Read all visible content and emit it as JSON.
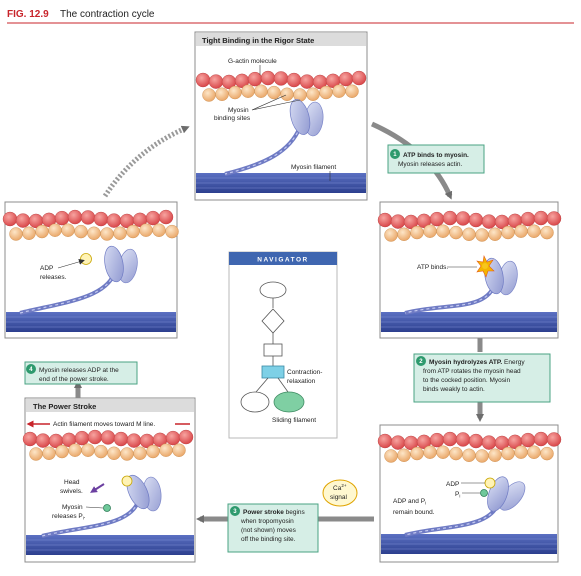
{
  "figure": {
    "label": "FIG. 12.9",
    "title": "The contraction cycle"
  },
  "panels": {
    "rigor": {
      "title": "Tight Binding in the Rigor State",
      "g_actin_label": "G-actin molecule",
      "myosin_sites_line1": "Myosin",
      "myosin_sites_line2": "binding sites",
      "filament_label": "Myosin filament"
    },
    "atp_binds": {
      "label": "ATP binds."
    },
    "adp_bound": {
      "adp_label": "ADP",
      "pi_label": "P",
      "pi_sub": "i",
      "remain_line1": "ADP and P",
      "remain_sub": "i",
      "remain_line2": "remain bound."
    },
    "power_stroke": {
      "title": "The Power Stroke",
      "arrow_label": "Actin filament moves toward M line.",
      "head_line1": "Head",
      "head_line2": "swivels.",
      "myo_line1": "Myosin",
      "myo_line2_pre": "releases P",
      "myo_line2_sub": "i",
      "myo_line2_post": "."
    },
    "adp_release": {
      "line1": "ADP",
      "line2": "releases."
    }
  },
  "steps": [
    {
      "num": "1",
      "bold": "ATP binds to myosin.",
      "lines": [
        "Myosin releases actin."
      ]
    },
    {
      "num": "2",
      "bold": "Myosin hydrolyzes ATP.",
      "bold_tail": " Energy",
      "lines": [
        "from ATP rotates the myosin head",
        "to the cocked position. Myosin",
        "binds weakly to actin."
      ]
    },
    {
      "num": "3",
      "bold": "Power stroke",
      "bold_tail": " begins",
      "lines": [
        "when tropomyosin",
        "(not shown) moves",
        "off the binding site."
      ]
    },
    {
      "num": "4",
      "text_line1": "Myosin releases ADP at the",
      "text_line2": "end of the power stroke."
    }
  ],
  "ca_signal": {
    "base": "Ca",
    "sup": "2+",
    "word": "signal"
  },
  "navigator": {
    "title": "NAVIGATOR",
    "contraction_line1": "Contraction-",
    "contraction_line2": "relaxation",
    "sliding": "Sliding filament"
  },
  "colors": {
    "figure_label": "#c8242b",
    "rule": "#c8242b",
    "actin_red": "#e05a5a",
    "actin_cream": "#f4c896",
    "myosin_head": "#9ea6d8",
    "myosin_filament": "#3c52a8",
    "step_green": "#2e9a6e",
    "note_fill": "#d6eee6",
    "navigator_header": "#3f66b0",
    "nav_highlight": "#7ed0e6",
    "nav_sliding": "#7fcfa3",
    "atp_yellow": "#f7c61c"
  }
}
